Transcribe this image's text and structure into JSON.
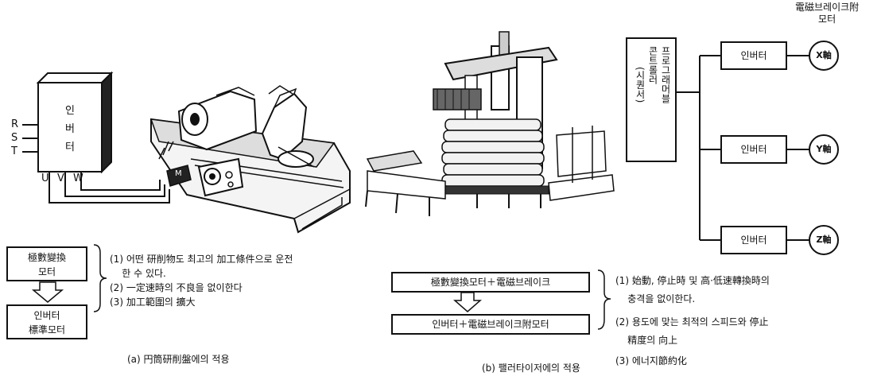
{
  "diagram_a": {
    "inverter_chars": [
      "인",
      "버",
      "터"
    ],
    "input_phases": [
      "R",
      "S",
      "T"
    ],
    "output_phases": [
      "U",
      "V",
      "W"
    ],
    "motor_label": "M",
    "before_box": "極數變換\n모터",
    "after_box": "인버터\n標準모터",
    "notes": [
      "(1) 어떤 研削物도 최고의 加工條件으로 운전",
      "    한 수 있다.",
      "(2) 一定速時의 不良을 없이한다",
      "(3) 加工範圍의 擴大"
    ],
    "caption": "(a) 円筒研削盤에의 적용"
  },
  "diagram_b": {
    "programmable_controller_cols": [
      "프로그래머블",
      "콘트롤러",
      "(시퀀서)"
    ],
    "brake_motor_label": "電磁브레이크附\n모터",
    "inverter_label": "인버터",
    "axes": [
      "X軸",
      "Y軸",
      "Z軸"
    ],
    "before_box": "極數變換모터＋電磁브레이크",
    "after_box": "인버터＋電磁브레이크附모터",
    "notes": [
      "(1) 始動, 停止時 및 高·低速轉換時의",
      "    충격을 없이한다.",
      "(2) 용도에 맞는 최적의 스피드와 停止",
      "    精度의 向上",
      "(3) 에너지節約化"
    ],
    "caption": "(b) 팰러타이저에의 적용"
  }
}
